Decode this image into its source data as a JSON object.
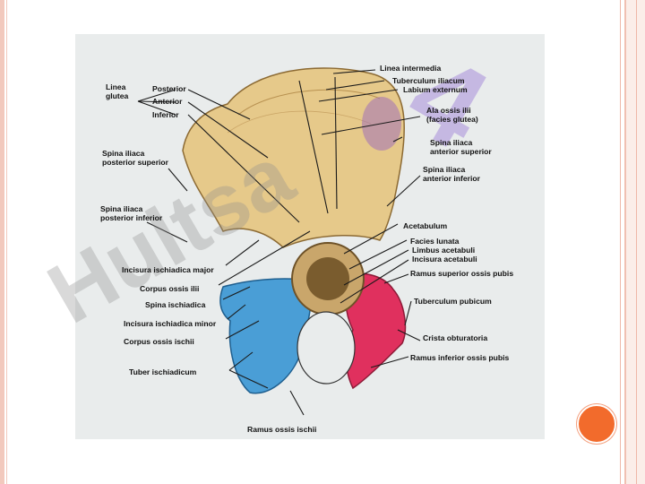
{
  "figure": {
    "labels": {
      "linea_glutea": "Linea\nglutea",
      "posterior": "Posterior",
      "anterior": "Anterior",
      "inferior": "Inferior",
      "spina_post_sup": "Spina iliaca\nposterior superior",
      "spina_post_inf": "Spina iliaca\nposterior inferior",
      "incisura_major": "Incisura ischiadica major",
      "corpus_ilii": "Corpus ossis ilii",
      "spina_ischiadica": "Spina ischiadica",
      "incisura_minor": "Incisura ischiadica minor",
      "corpus_ischii": "Corpus ossis ischii",
      "tuber": "Tuber ischiadicum",
      "ramus_ischii": "Ramus ossis ischii",
      "linea_intermedia": "Linea intermedia",
      "tuberculum_iliacum": "Tuberculum iliacum",
      "labium_externum": "Labium externum",
      "ala": "Ala ossis ilii\n(facies glutea)",
      "spina_ant_sup": "Spina iliaca\nanterior superior",
      "spina_ant_inf": "Spina iliaca\nanterior inferior",
      "acetabulum": "Acetabulum",
      "facies_lunata": "Facies lunata",
      "limbus": "Limbus acetabuli",
      "incisura_acet": "Incisura acetabuli",
      "ramus_sup_pubis": "Ramus superior ossis pubis",
      "tuberculum_pubicum": "Tuberculum pubicum",
      "crista": "Crista obturatoria",
      "ramus_inf_pubis": "Ramus inferior ossis pubis"
    },
    "watermark": {
      "text": "Hultsa",
      "number": "4"
    },
    "colors": {
      "ilium": "#e6c98a",
      "ischium": "#4a9ed6",
      "pubis": "#e0305e",
      "background": "#e9ecec",
      "accent": "#f26b2c"
    }
  }
}
